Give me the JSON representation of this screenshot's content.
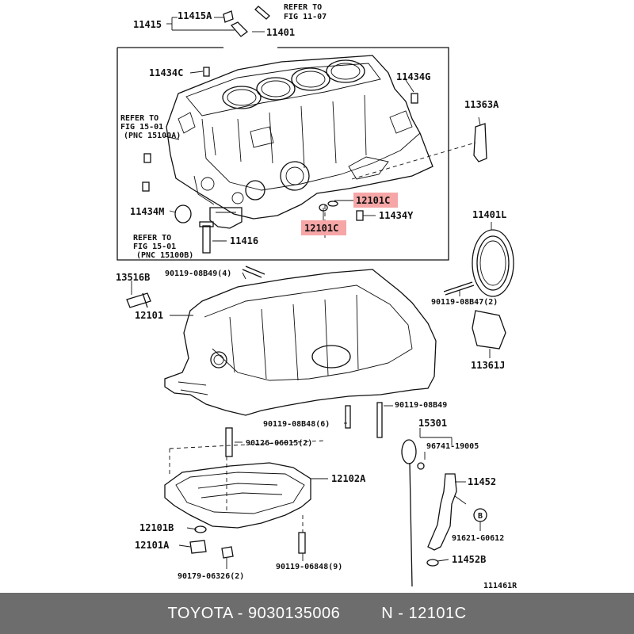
{
  "callouts": {
    "c11415": "11415",
    "c11415A": "11415A",
    "refer_fig_11_07_l1": "REFER TO",
    "refer_fig_11_07_l2": "FIG 11-07",
    "c11401": "11401",
    "c11434C": "11434C",
    "c11434G": "11434G",
    "c11363A": "11363A",
    "refer_15_01a_l1": "REFER TO",
    "refer_15_01a_l2": "FIG 15-01",
    "refer_15_01a_l3": "(PNC 15100A)",
    "c12101C_top": "12101C",
    "c12101C_bottom": "12101C",
    "c11434M": "11434M",
    "c11434Y": "11434Y",
    "c11401L": "11401L",
    "refer_15_01b_l1": "REFER TO",
    "refer_15_01b_l2": "FIG 15-01",
    "refer_15_01b_l3": "(PNC 15100B)",
    "c11416": "11416",
    "c13516B": "13516B",
    "c90119_08B49_4": "90119-08B49(4)",
    "c90119_08B47_2": "90119-08B47(2)",
    "c12101": "12101",
    "c11361J": "11361J",
    "c90119_08B48_6": "90119-08B48(6)",
    "c90119_08B49": "90119-08B49",
    "c15301": "15301",
    "c90126_06015_2": "90126-06015(2)",
    "c96741_19005": "96741-19005",
    "c12102A": "12102A",
    "c11452": "11452",
    "c12101B": "12101B",
    "c91621_G0612": "91621-G0612",
    "c12101A": "12101A",
    "c90179_06326_2": "90179-06326(2)",
    "c90119_06848_9": "90119-06848(9)",
    "c11452B": "11452B",
    "circle_b": "B",
    "figure_code": "111461R"
  },
  "footer": {
    "brand_part": "TOYOTA - 9030135006",
    "ref": "N - 12101C"
  }
}
